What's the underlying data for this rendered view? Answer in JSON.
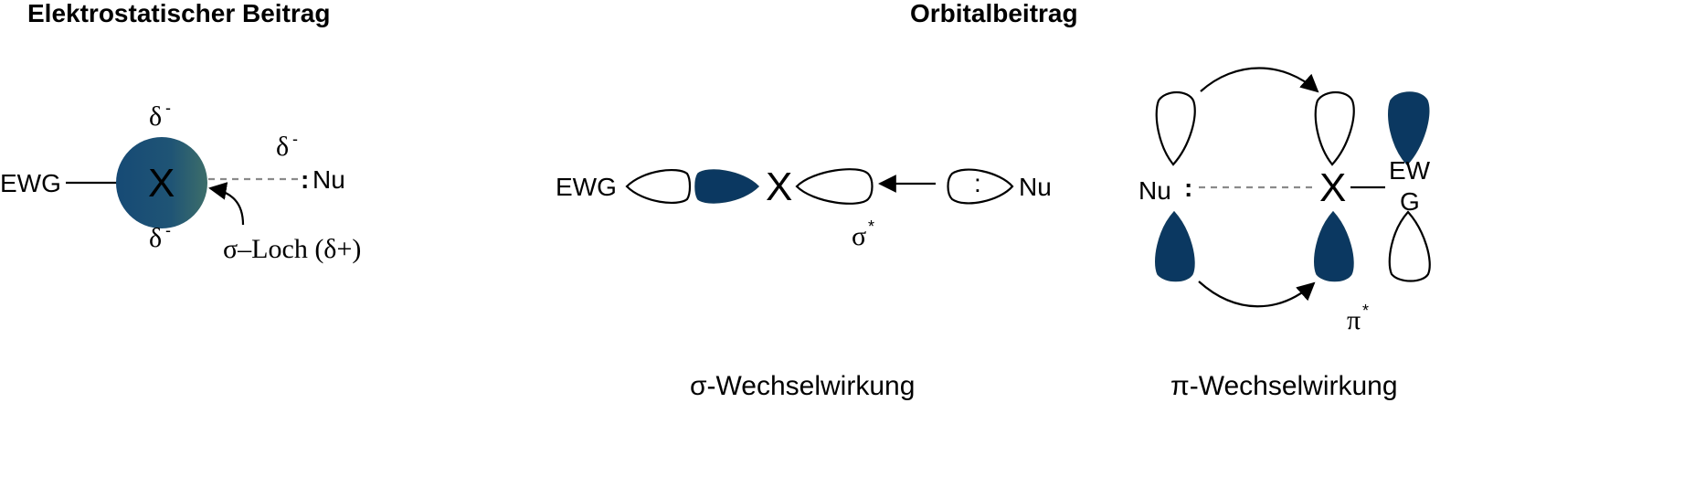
{
  "colors": {
    "orbital_fill": "#0b3861",
    "sphere_start": "#164a75",
    "sphere_end": "#3d6e6a",
    "dashed_line": "#8a8a8a"
  },
  "left_panel": {
    "title": "Elektrostatischer Beitrag",
    "ewg": "EWG",
    "center_atom": "X",
    "delta_top": "δ",
    "delta_top_sup": "-",
    "delta_bottom": "δ",
    "delta_bottom_sup": "-",
    "delta_nu": "δ",
    "delta_nu_sup": "-",
    "nu_lone_pair": ":",
    "nu": "Nu",
    "sigma_hole": "σ–Loch (δ+)"
  },
  "right_panel": {
    "title": "Orbitalbeitrag",
    "sigma": {
      "ewg": "EWG",
      "center_atom": "X",
      "nu_lone_pair": ":",
      "nu": "Nu",
      "orbital_label": "σ",
      "orbital_label_sup": "*",
      "caption": "σ-Wechselwirkung"
    },
    "pi": {
      "nu": "Nu",
      "nu_lone_pair": ":",
      "center_atom": "X",
      "ewg_line1": "EW",
      "ewg_line2": "G",
      "orbital_label": "π",
      "orbital_label_sup": "*",
      "caption": "π-Wechselwirkung"
    }
  }
}
